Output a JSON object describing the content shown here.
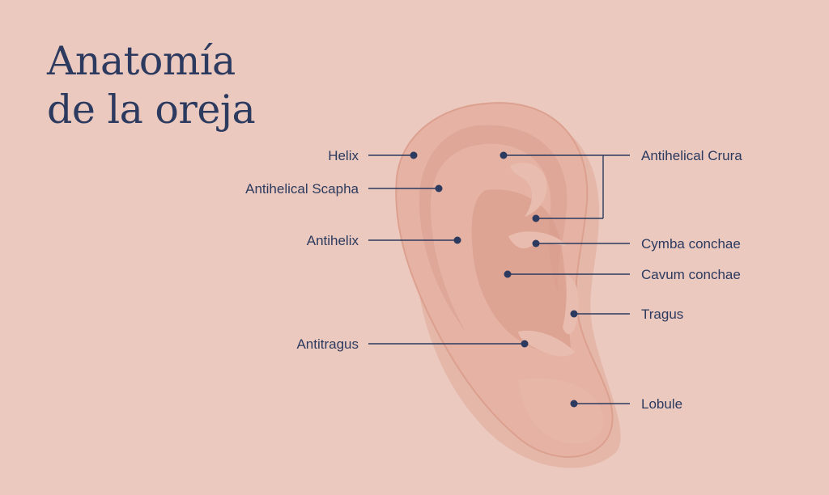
{
  "title": {
    "line1": "Anatomía",
    "line2": "de la oreja"
  },
  "labels": {
    "helix": "Helix",
    "antihelical_scapha": "Antihelical Scapha",
    "antihelix": "Antihelix",
    "antitragus": "Antitragus",
    "antihelical_crura": "Antihelical Crura",
    "cymba_conchae": "Cymba conchae",
    "cavum_conchae": "Cavum conchae",
    "tragus": "Tragus",
    "lobule": "Lobule"
  },
  "colors": {
    "background": "#ecc9bf",
    "text": "#2b3a5e",
    "ear": "#e3ac9c"
  }
}
